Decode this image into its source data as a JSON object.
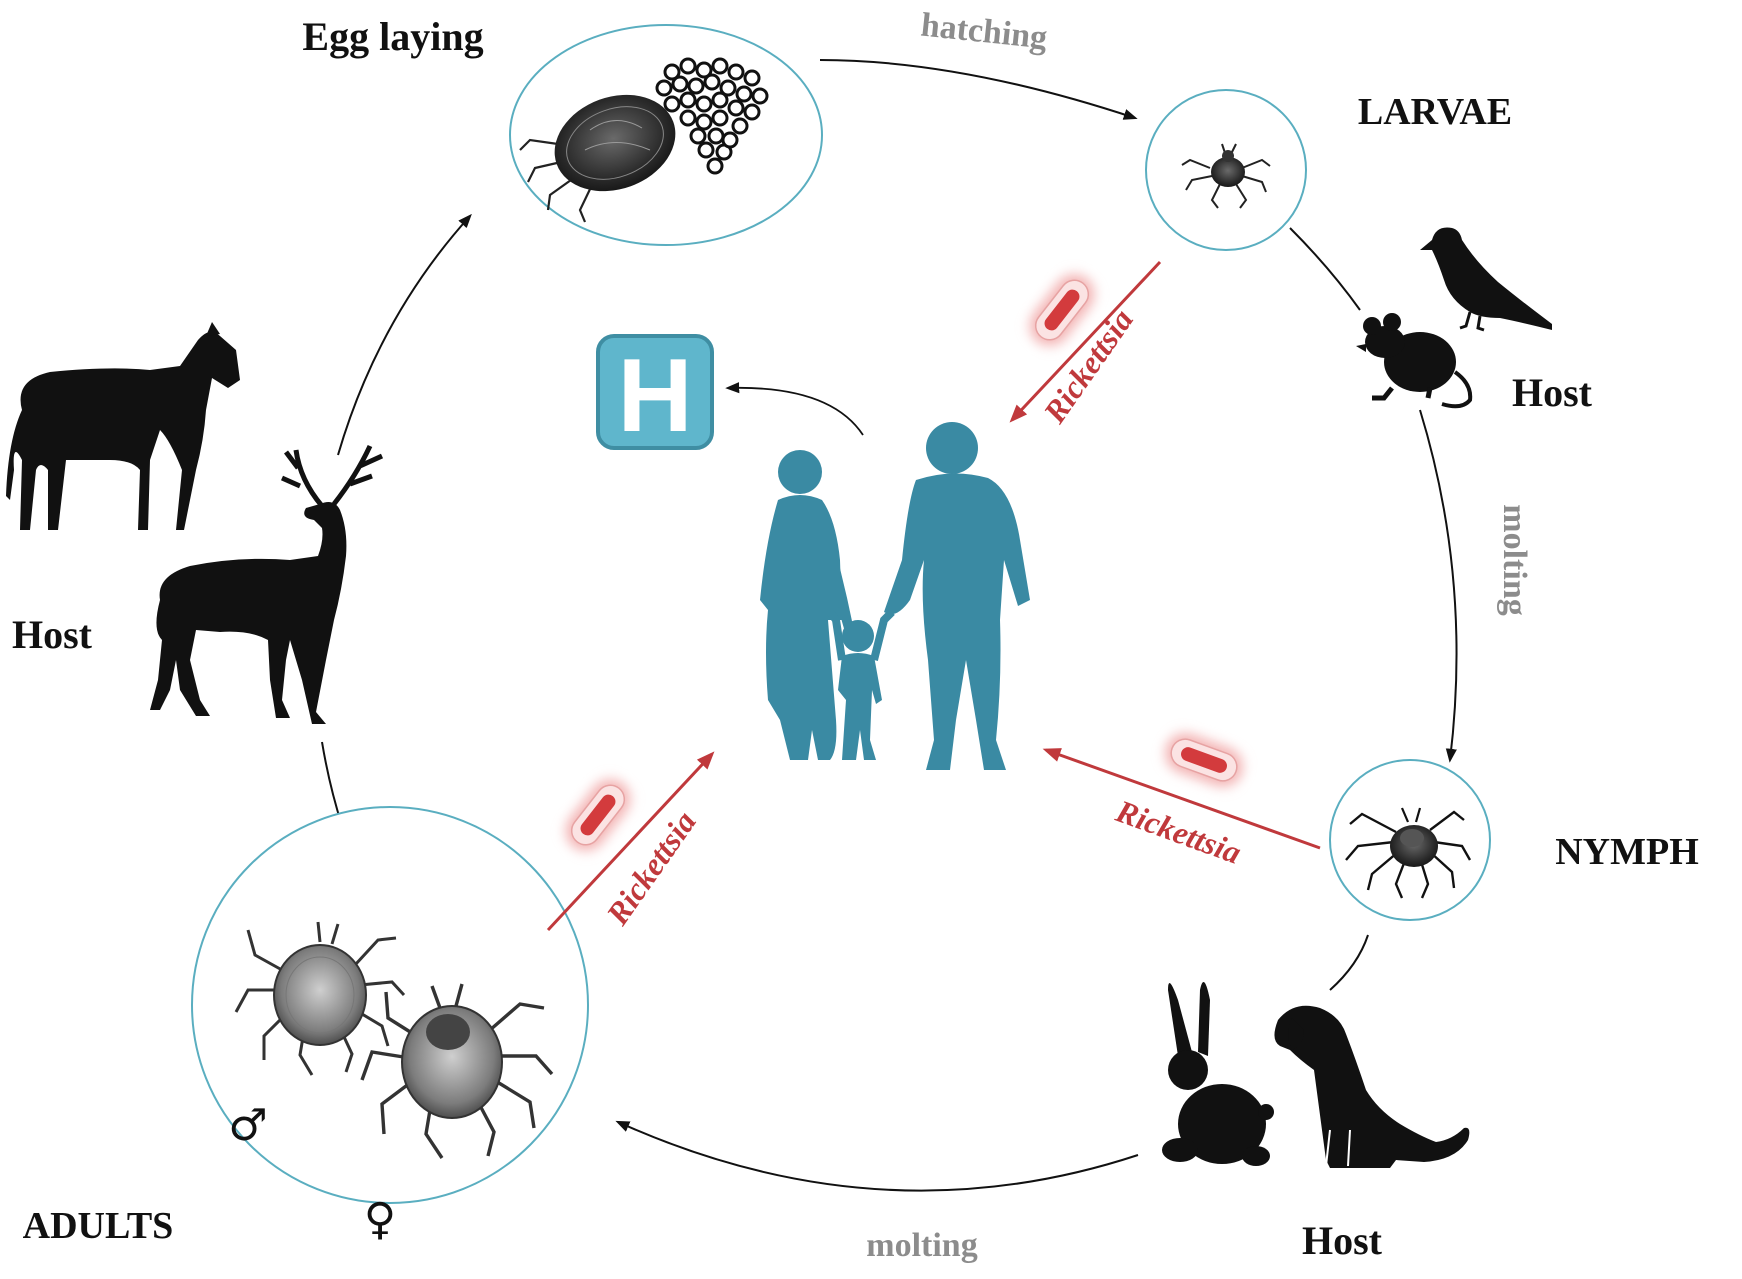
{
  "colors": {
    "stage_border": "#5aaec0",
    "human_teal": "#3a8aa3",
    "hospital_fill": "#5fb6cc",
    "hospital_border": "#3f8ea3",
    "rickettsia_red": "#c0393c",
    "label_gray": "#8c8c8c",
    "silhouette": "#111111"
  },
  "stages": {
    "egg_laying": "Egg laying",
    "larvae": "LARVAE",
    "nymph": "NYMPH",
    "adults": "ADULTS"
  },
  "transitions": {
    "hatching": "hatching",
    "molting_right": "molting",
    "molting_bottom": "molting"
  },
  "hosts": {
    "top_right": "Host",
    "bottom_right": "Host",
    "left": "Host"
  },
  "transmission": {
    "from_larvae": "Rickettsia",
    "from_nymph": "Rickettsia",
    "from_adults": "Rickettsia"
  },
  "symbols": {
    "male": "♂",
    "female": "♀",
    "hospital": "H"
  },
  "icons": {
    "egg_laying_stage": "tick-with-eggs-icon",
    "larvae_stage": "larva-tick-icon",
    "nymph_stage": "nymph-tick-icon",
    "adults_stage": "adult-ticks-icon",
    "hosts_small": [
      "bird-icon",
      "mouse-icon"
    ],
    "hosts_medium": [
      "rabbit-icon",
      "dog-icon"
    ],
    "hosts_large": [
      "horse-icon",
      "deer-icon"
    ],
    "humans": "human-family-icon",
    "bacterium": "bacterium-icon",
    "hospital": "hospital-icon"
  }
}
